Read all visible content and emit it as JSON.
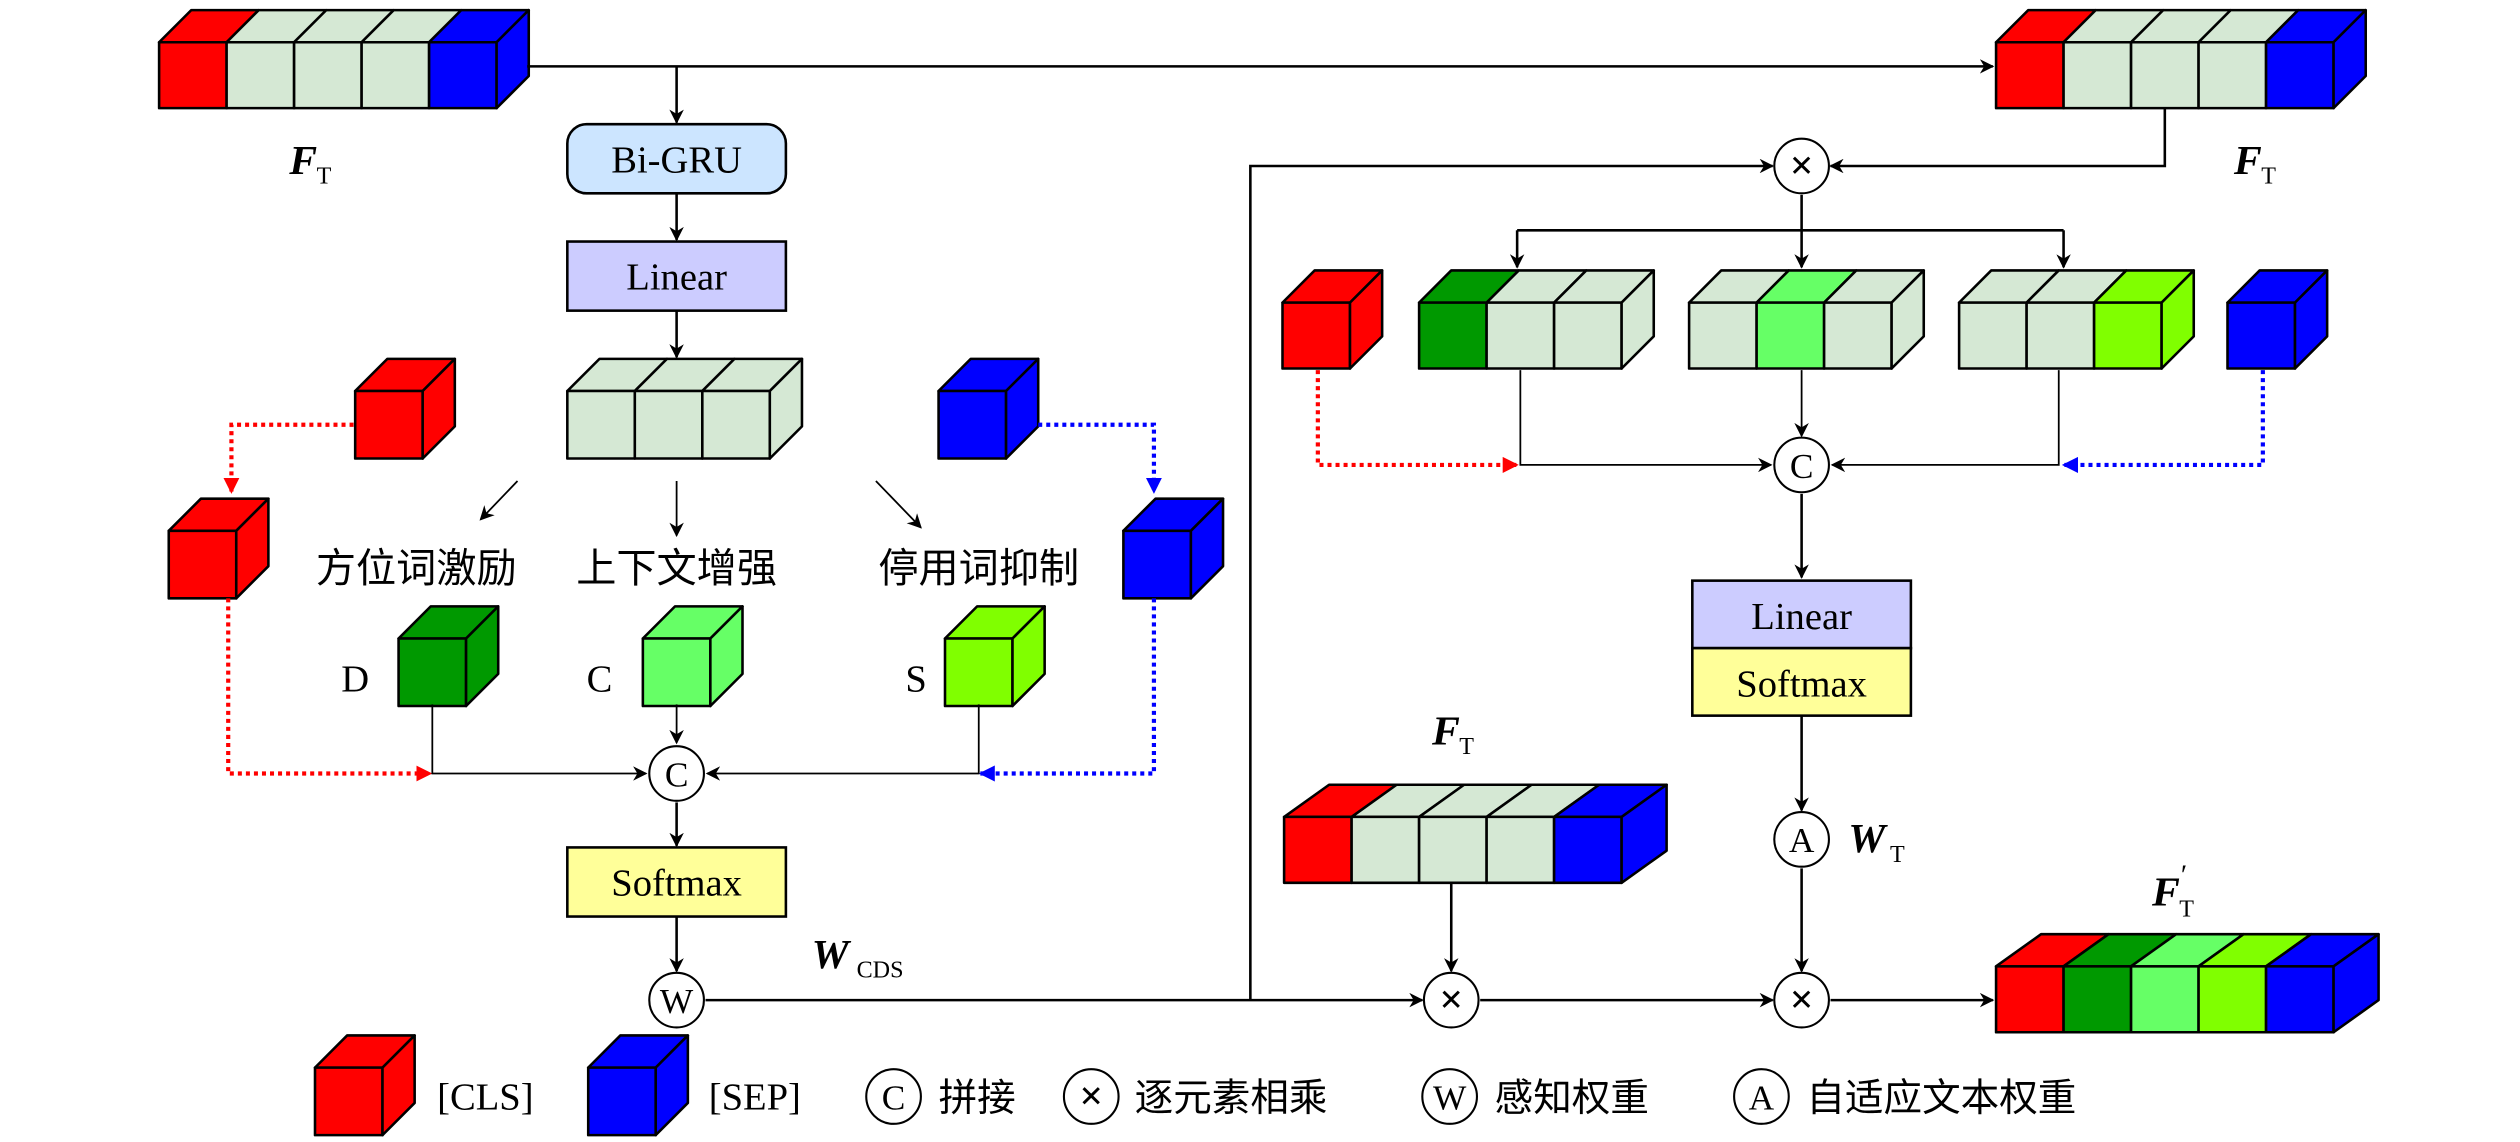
{
  "colors": {
    "cls": "#ff0000",
    "sep": "#0000ff",
    "token": "#d5e8d4",
    "direction": "#009900",
    "context": "#66ff66",
    "stopword": "#80ff00",
    "bigru_fill": "#cce5ff",
    "linear_fill": "#ccccff",
    "softmax_fill": "#ffff99"
  },
  "labels": {
    "ft_top_left": {
      "main": "F",
      "sub": "T"
    },
    "ft_top_right": {
      "main": "F",
      "sub": "T"
    },
    "ft_mid": {
      "main": "F",
      "sub": "T"
    },
    "ft_prime": {
      "main": "F",
      "prime": "′",
      "sub": "T"
    },
    "w_cds": {
      "main": "W",
      "sub": "CDS"
    },
    "w_t": {
      "main": "W",
      "sub": "T"
    }
  },
  "blocks": {
    "bigru": "Bi-GRU",
    "linear_left": "Linear",
    "softmax_left": "Softmax",
    "linear_right": "Linear",
    "softmax_right": "Softmax"
  },
  "branches": [
    {
      "name": "方位词激励",
      "letter": "D",
      "color_key": "direction"
    },
    {
      "name": "上下文增强",
      "letter": "C",
      "color_key": "context"
    },
    {
      "name": "停用词抑制",
      "letter": "S",
      "color_key": "stopword"
    }
  ],
  "operators": {
    "concat": "C",
    "multiply": "×",
    "weight": "W",
    "adaptive": "A"
  },
  "legend": [
    {
      "symbol": "cls-cube",
      "text": "[CLS]"
    },
    {
      "symbol": "sep-cube",
      "text": "[SEP]"
    },
    {
      "symbol": "C",
      "text": "拼接"
    },
    {
      "symbol": "×",
      "text": "逐元素相乘"
    },
    {
      "symbol": "W",
      "text": "感知权重"
    },
    {
      "symbol": "A",
      "text": "自适应文本权重"
    }
  ]
}
